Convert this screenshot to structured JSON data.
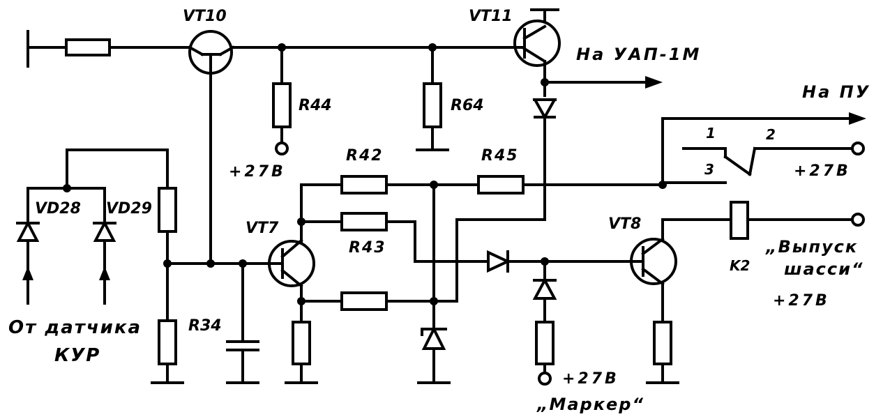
{
  "labels": {
    "vt10": "VT10",
    "vt11": "VT11",
    "vt7": "VT7",
    "vt8": "VT8",
    "r44": "R44",
    "r64": "R64",
    "r42": "R42",
    "r45": "R45",
    "r43": "R43",
    "r34": "R34",
    "vd28": "VD28",
    "vd29": "VD29",
    "k2": "K2",
    "na_uap": "На УАП-1М",
    "na_pu": "На ПУ",
    "plus27_a": "+27В",
    "plus27_b": "+27В",
    "plus27_c": "+27В",
    "plus27_d": "+27В",
    "marker": "„Маркер“",
    "vypusk1": "„Выпуск",
    "vypusk2": "шасси“",
    "ot_datchika": "От датчика",
    "kur": "КУР",
    "sw1": "1",
    "sw2": "2",
    "sw3": "3"
  },
  "colors": {
    "ink": "#000000",
    "paper": "#ffffff"
  }
}
